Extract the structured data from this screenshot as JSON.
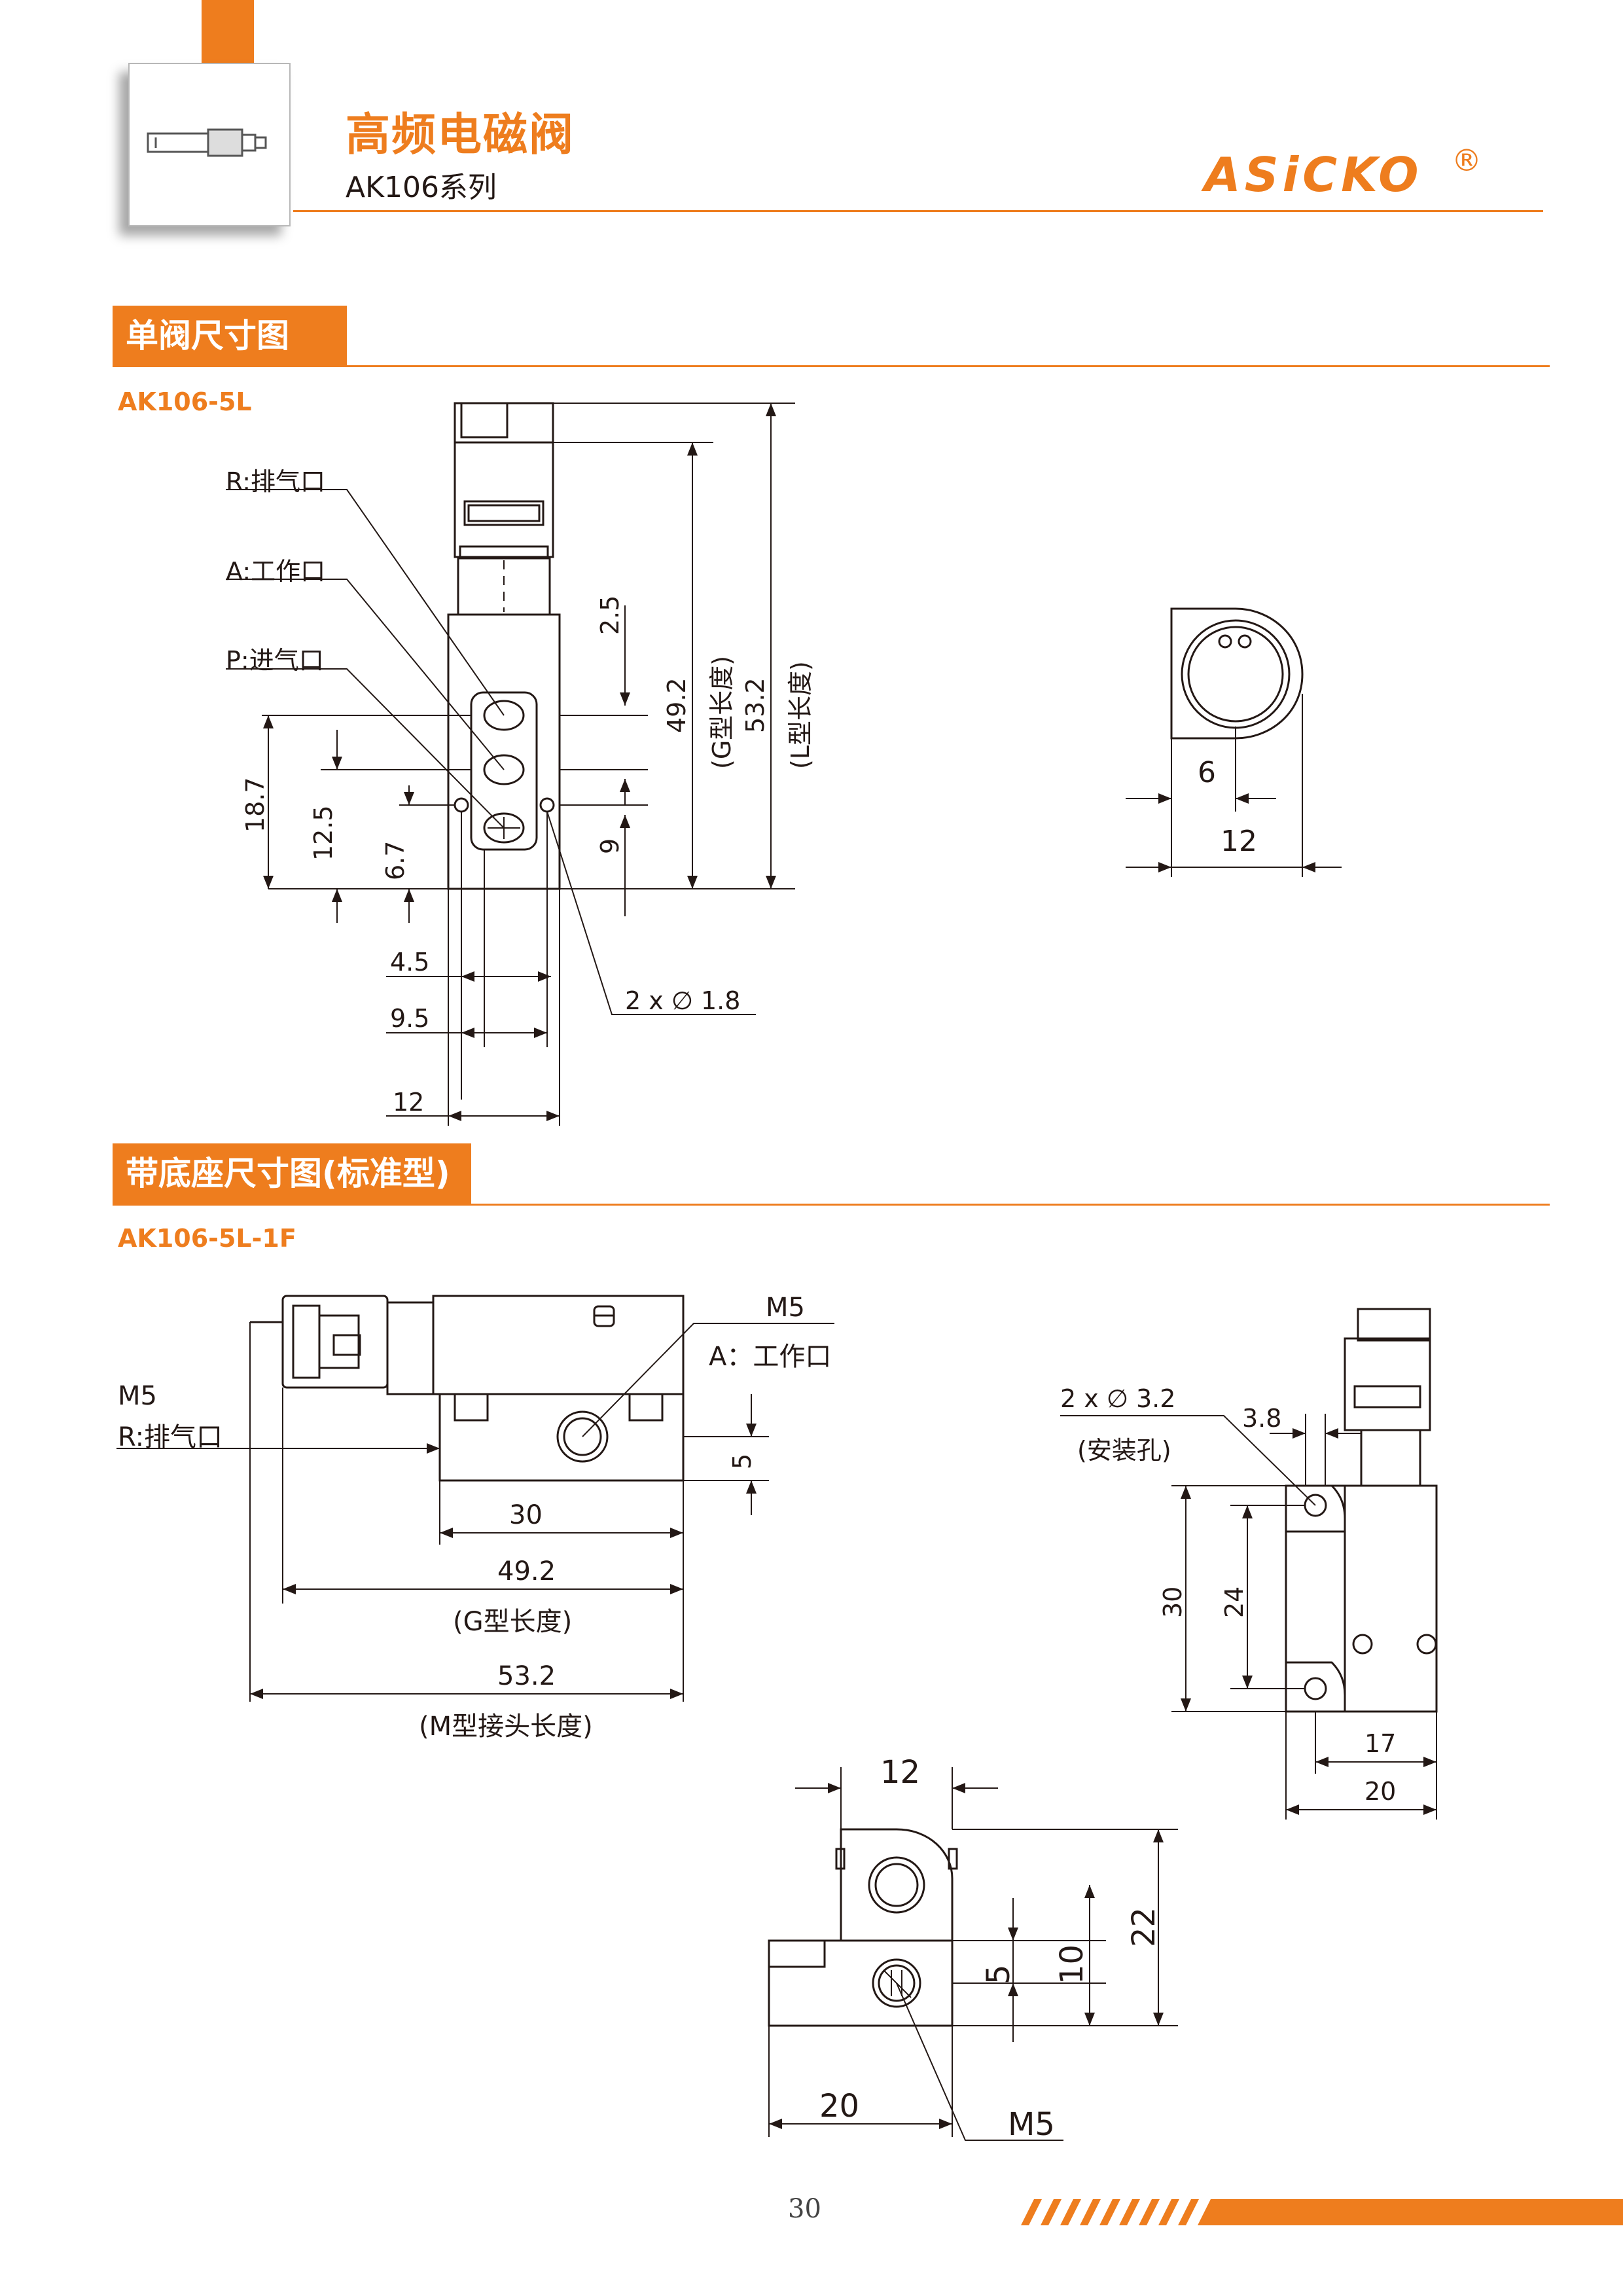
{
  "header": {
    "title": "高频电磁阀",
    "subtitle": "AK106系列",
    "logo_text": "ASiCKO",
    "logo_mark": "®",
    "accent": "#ee7d1e"
  },
  "section1": {
    "tab": "单阀尺寸图",
    "model": "AK106-5L",
    "ports": {
      "r": "R:排气口",
      "a": "A:工作口",
      "p": "P:进气口"
    },
    "dims": {
      "d2_5": "2.5",
      "d9": "9",
      "d49_2": "49.2",
      "g_len": "(G型长度)",
      "d53_2": "53.2",
      "l_len": "(L型长度)",
      "d18_7": "18.7",
      "d12_5": "12.5",
      "d6_7": "6.7",
      "d4_5": "4.5",
      "d9_5": "9.5",
      "d12": "12",
      "hole": "2 x ∅ 1.8",
      "side6": "6",
      "side12": "12"
    }
  },
  "section2": {
    "tab": "带底座尺寸图(标准型)",
    "model": "AK106-5L-1F",
    "labels": {
      "m5_top": "M5",
      "a_port": "A：工作口",
      "m5_left": "M5",
      "r_port": "R:排气口",
      "d5": "5",
      "d30": "30",
      "d49_2": "49.2",
      "g_len": "(G型长度)",
      "d53_2": "53.2",
      "m_len": "(M型接头长度)",
      "holes": "2 x ∅ 3.2",
      "holes_note": "(安装孔)",
      "d3_8": "3.8",
      "r30": "30",
      "r24": "24",
      "r17": "17",
      "r20": "20",
      "b12": "12",
      "b22": "22",
      "b10": "10",
      "b5": "5",
      "b20": "20",
      "b_m5": "M5"
    }
  },
  "footer": {
    "page_number": "30"
  }
}
